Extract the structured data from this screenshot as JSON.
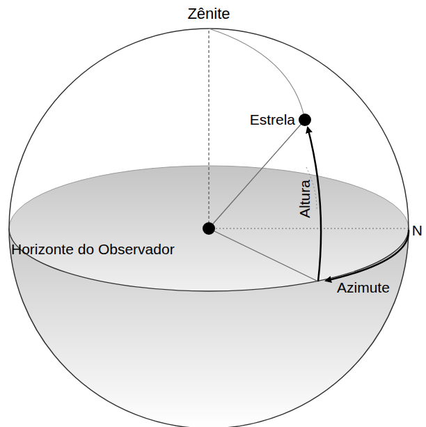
{
  "diagram": {
    "labels": [
      "Zênite",
      "Estrela",
      "Altura",
      "N",
      "Horizonte do Observador",
      "Azimute"
    ]
  }
}
